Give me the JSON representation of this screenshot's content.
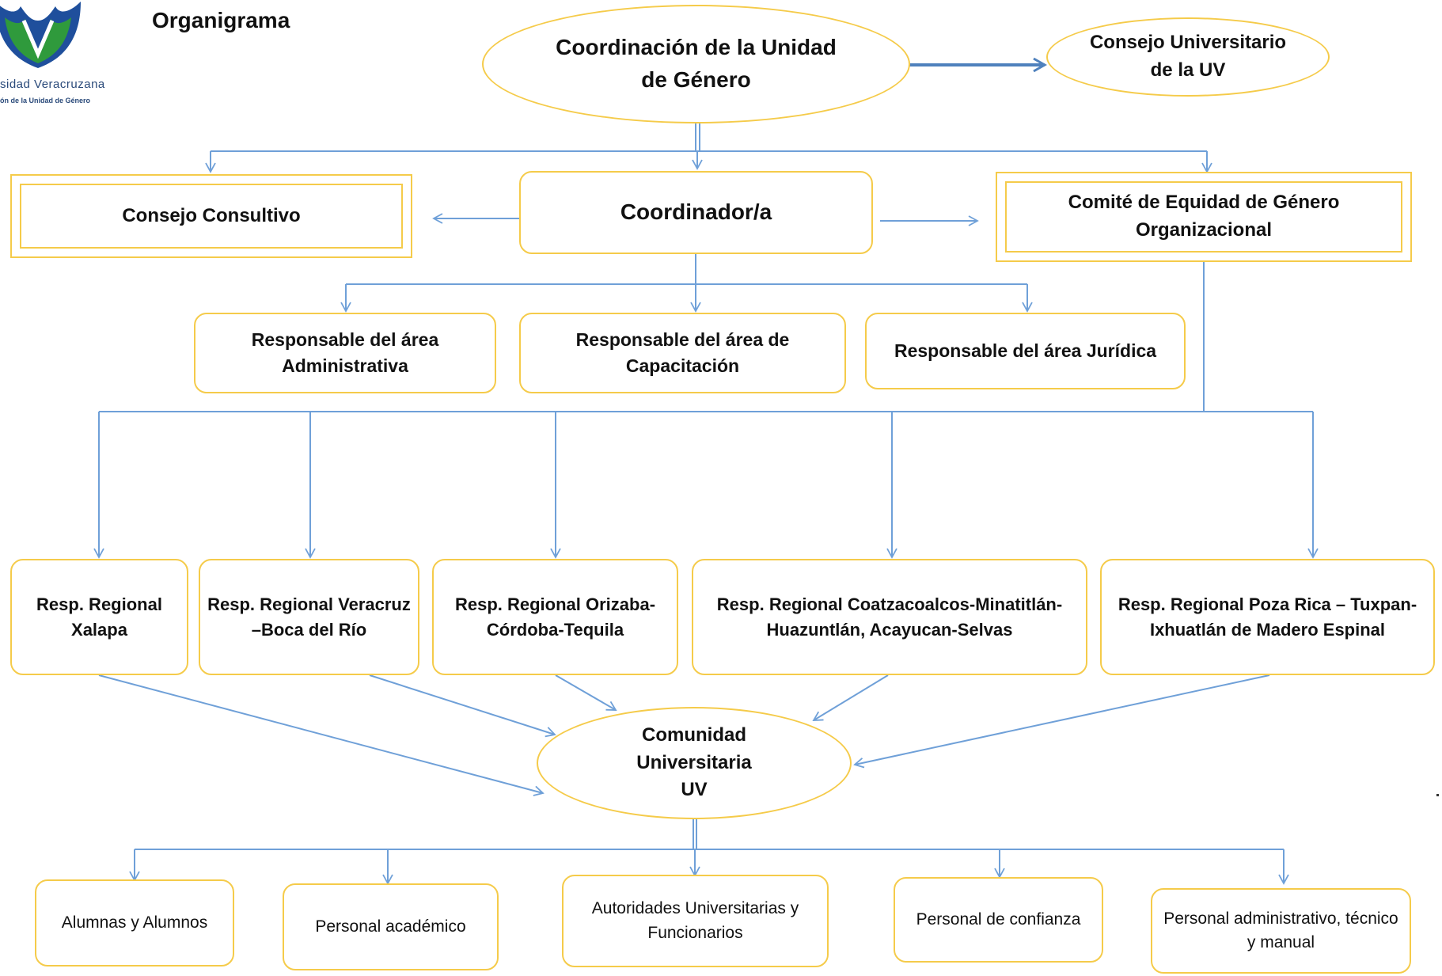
{
  "title": "Organigrama",
  "logo": {
    "line1": "sidad Veracruzana",
    "line2": "ón de la Unidad de Género",
    "colors": {
      "green": "#2f9a3c",
      "blue": "#1f4f9c"
    }
  },
  "colors": {
    "border": "#f5cb4a",
    "connector": "#6fa0d8",
    "strong_connector": "#4f81bd"
  },
  "nodes": {
    "coordinacion": "Coordinación de la Unidad\nde Género",
    "consejo_universitario": "Consejo Universitario\nde la UV",
    "consejo_consultivo": "Consejo Consultivo",
    "coordinador": "Coordinador/a",
    "comite": "Comité de Equidad de Género\nOrganizacional",
    "resp_administrativa": "Responsable del área\nAdministrativa",
    "resp_capacitacion": "Responsable del área de\nCapacitación",
    "resp_juridica": "Responsable del área Jurídica",
    "reg_xalapa": "Resp. Regional\nXalapa",
    "reg_veracruz": "Resp. Regional Veracruz\n–Boca del Río",
    "reg_orizaba": "Resp. Regional  Orizaba-\nCórdoba-Tequila",
    "reg_coatzacoalcos": "Resp. Regional  Coatzacoalcos-Minatitlán-\nHuazuntlán, Acayucan-Selvas",
    "reg_pozarica": "Resp. Regional  Poza Rica – Tuxpan-\nIxhuatlán de Madero Espinal",
    "comunidad": "Comunidad\nUniversitaria\nUV",
    "alumnos": "Alumnas y Alumnos",
    "academico": "Personal académico",
    "autoridades": "Autoridades Universitarias y\nFuncionarios",
    "confianza": "Personal de confianza",
    "administrativo": "Personal administrativo, técnico\ny manual"
  }
}
